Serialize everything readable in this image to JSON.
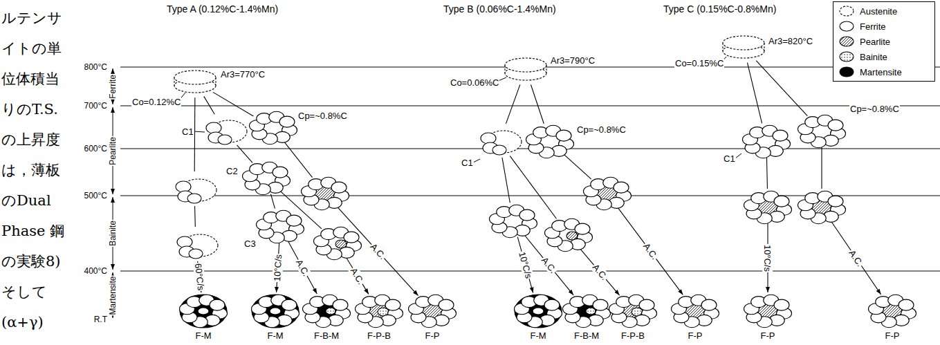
{
  "diagram": {
    "labels": [
      "ルテンサイトの単位体積当りのT.S.の上昇度は，薄板のDual Phase 鋼の実験8)そして(α+γ)",
      "Type A (0.12%C-1.4%Mn)",
      "Type B (0.06%C-1.4%Mn)",
      "Type C (0.15%C-0.8%Mn)",
      "800°C",
      "700°C",
      "600°C",
      "500°C",
      "400°C",
      "R.T",
      "Ferrite",
      "Pearlite",
      "Bainite",
      "Martensite",
      "Ar3=770°C",
      "Co=0.12%C",
      "Cp=~0.8%C",
      "C1",
      "C2",
      "C3",
      "60°C/s",
      "10°C/s",
      "A.C.",
      "A.C.",
      "A.C.",
      "Ar3=790°C",
      "Co=0.06%C",
      "Cp=~0.8%C",
      "C1",
      "10°C/s",
      "A.C.",
      "A.C.",
      "A.C.",
      "Ar3=820°C",
      "Co=0.15%C",
      "Cp=~0.8%C",
      "C1",
      "10°C/s",
      "A.C.",
      "F-M",
      "F-M",
      "F-B-M",
      "F-P-B",
      "F-P",
      "F-M",
      "F-B-M",
      "F-P-B",
      "F-P",
      "F-P",
      "F-P"
    ],
    "legend": [
      {
        "text": "Austenite"
      },
      {
        "text": "Ferrite"
      },
      {
        "text": "Pearlite"
      },
      {
        "text": "Bainite"
      },
      {
        "text": "Martensite",
        "color": "#000000"
      }
    ]
  }
}
